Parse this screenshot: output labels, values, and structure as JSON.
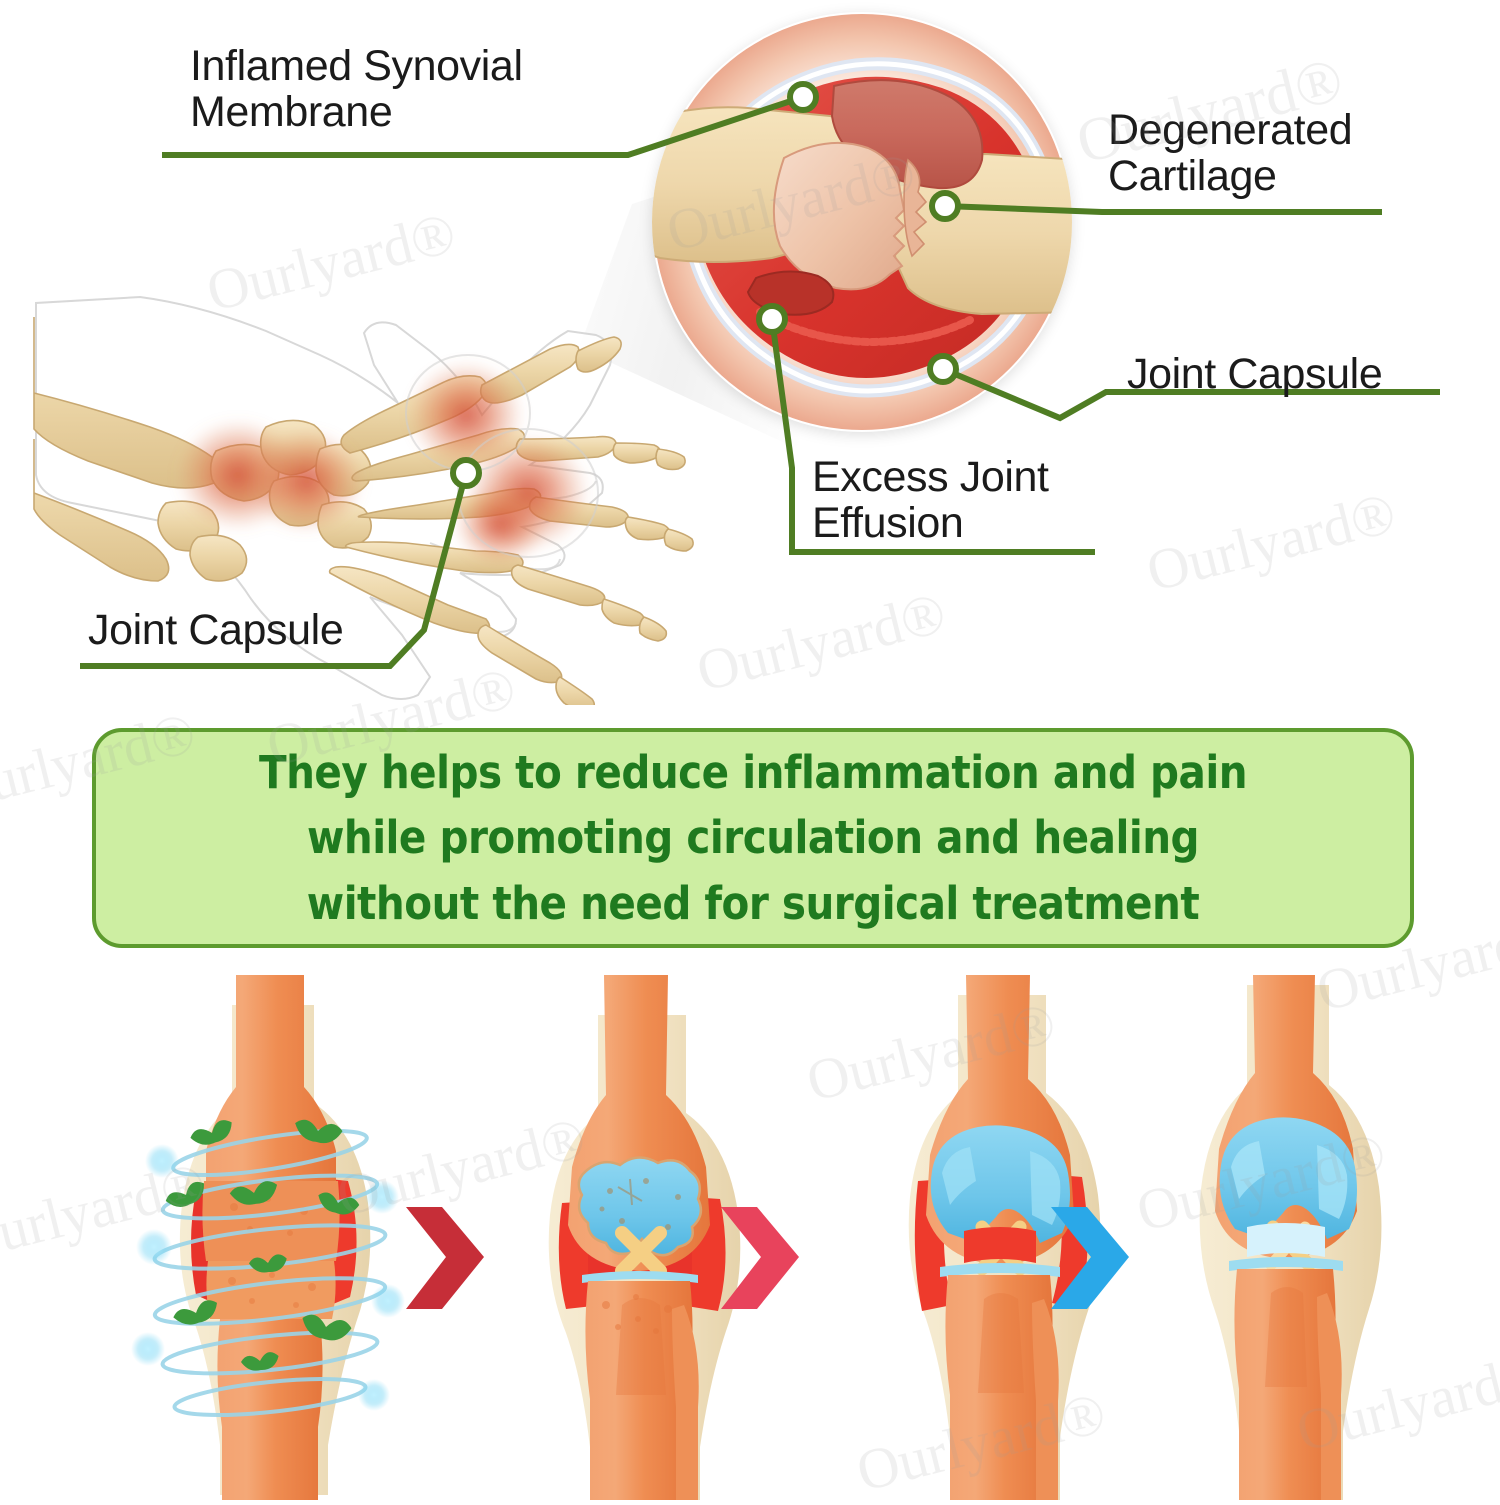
{
  "brand": {
    "watermark": "Ourlyard®"
  },
  "colors": {
    "leader_green": "#4f7d23",
    "label_text": "#1b1b1b",
    "box_fill": "#cdeea2",
    "box_border": "#5d9b2e",
    "box_text": "#1f7a1f",
    "bone_cream": "#ecd6a8",
    "inflammation_red": "#d32f2f",
    "cartilage_blue": "#76ccee",
    "knee_orange": "#f08a4f",
    "arrow_1": "#c62e38",
    "arrow_2": "#e8435c",
    "arrow_3": "#2aa8e8"
  },
  "anatomy": {
    "labels": [
      {
        "id": "inflamed-synovial-membrane",
        "text": "Inflamed Synovial\nMembrane"
      },
      {
        "id": "degenerated-cartilage",
        "text": "Degenerated\nCartilage"
      },
      {
        "id": "joint-capsule-magnified",
        "text": "Joint Capsule"
      },
      {
        "id": "excess-joint-effusion",
        "text": "Excess Joint\nEffusion"
      },
      {
        "id": "joint-capsule-hand",
        "text": "Joint Capsule"
      }
    ]
  },
  "callout": {
    "text": "They helps to reduce inflammation and pain\nwhile promoting circulation and healing\nwithout the need for surgical treatment"
  },
  "sequence": {
    "stages": [
      {
        "id": "stage-1-treatment",
        "state": "inflamed-with-herbal-therapy"
      },
      {
        "id": "stage-2-damaged",
        "state": "eroded-cartilage-inflamed"
      },
      {
        "id": "stage-3-recovering",
        "state": "cartilage-regenerating"
      },
      {
        "id": "stage-4-healthy",
        "state": "healed-joint"
      }
    ],
    "arrows": [
      {
        "id": "arrow-1",
        "color": "#c62e38"
      },
      {
        "id": "arrow-2",
        "color": "#e8435c"
      },
      {
        "id": "arrow-3",
        "color": "#2aa8e8"
      }
    ]
  }
}
